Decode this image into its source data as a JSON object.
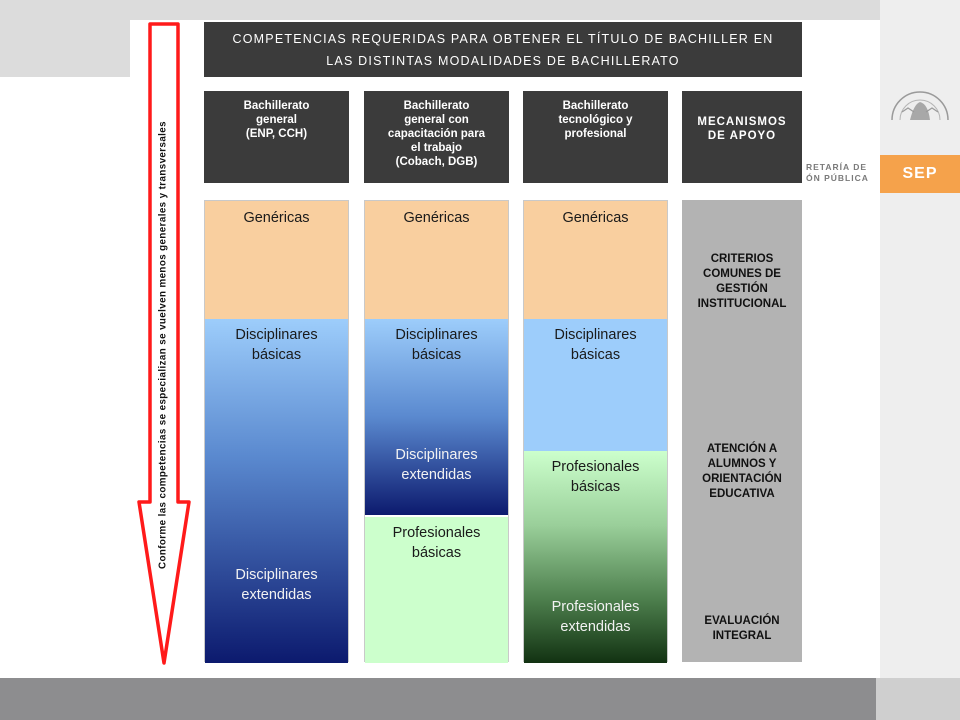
{
  "title": "Competencias requeridas para obtener el título de bachiller en las distintas modalidades de bachillerato",
  "arrow_caption": "Conforme las competencias se especializan se vuelven menos generales y transversales",
  "logo": {
    "badge": "SEP",
    "agency_line_1": "RETARÍA DE",
    "agency_line_2": "ÓN PÚBLICA"
  },
  "columns": [
    {
      "header": "Bachillerato\ngeneral\n(ENP, CCH)",
      "segments": [
        {
          "label": "Genéricas"
        },
        {
          "label": "Disciplinares\nbásicas"
        },
        {
          "label": "Disciplinares\nextendidas"
        }
      ]
    },
    {
      "header": "Bachillerato\ngeneral con\ncapacitación para\nel trabajo\n(Cobach, DGB)",
      "segments": [
        {
          "label": "Genéricas"
        },
        {
          "label": "Disciplinares\nbásicas"
        },
        {
          "label": "Disciplinares\nextendidas"
        },
        {
          "label": "Profesionales\nbásicas"
        }
      ]
    },
    {
      "header": "Bachillerato\ntecnológico y\nprofesional",
      "segments": [
        {
          "label": "Genéricas"
        },
        {
          "label": "Disciplinares\nbásicas"
        },
        {
          "label": "Profesionales\nbásicas"
        },
        {
          "label": "Profesionales\nextendidas"
        }
      ]
    }
  ],
  "support": {
    "header": "MECANISMOS\nDE APOYO",
    "items": [
      "CRITERIOS\nCOMUNES DE\nGESTIÓN\nINSTITUCIONAL",
      "ATENCIÓN A\nALUMNOS Y\nORIENTACIÓN\nEDUCATIVA",
      "EVALUACIÓN\nINTEGRAL"
    ]
  },
  "colors": {
    "dark_panel": "#3b3b3b",
    "genericas": "#f9cf9f",
    "disciplinares_light": "#9dcdfb",
    "disciplinares_dark": "#0c1a6e",
    "profesionales_light": "#ccffcc",
    "profesionales_dark": "#123212",
    "support_panel": "#b3b3b3",
    "arrow": "#ff1a1a"
  }
}
